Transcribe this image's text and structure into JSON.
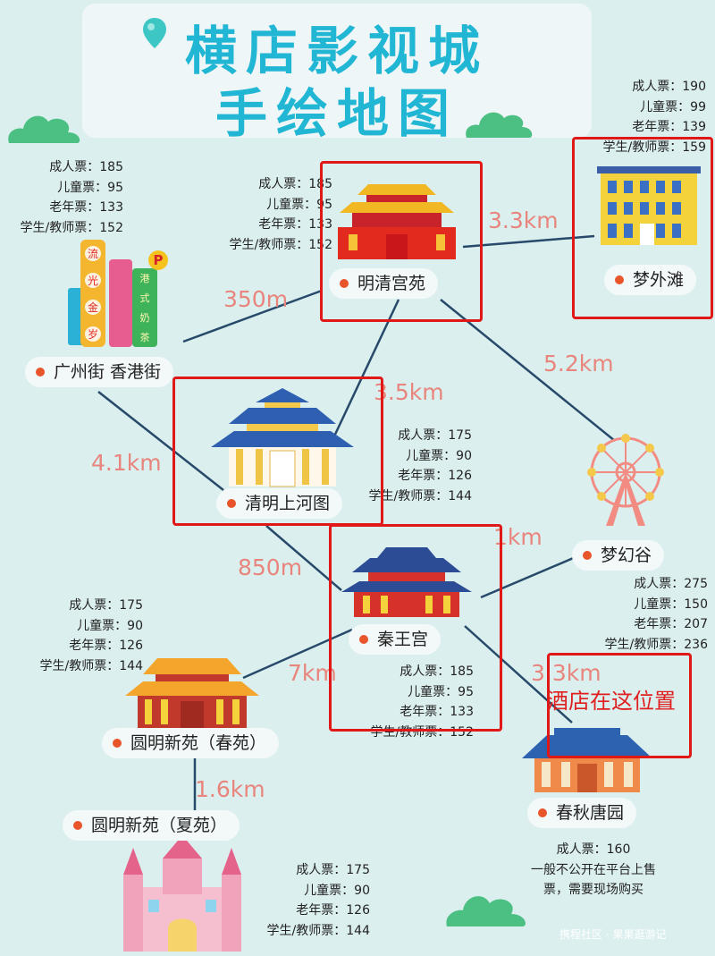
{
  "title": {
    "line1": "横店影视城",
    "line2": "手绘地图"
  },
  "colors": {
    "background": "#dcefef",
    "title": "#21b6d3",
    "route_line": "#274a6a",
    "distance": "#e8857d",
    "highlight_box": "#e01818",
    "dot": "#e8552b"
  },
  "distances": {
    "ming_to_mengwaitan": "3.3km",
    "guangzhou_to_ming": "350m",
    "ming_to_qingming": "3.5km",
    "ming_to_menghuan": "5.2km",
    "guangzhou_to_qingming": "4.1km",
    "qingming_to_qinwang": "850m",
    "qinwang_to_menghuan": "1km",
    "qinwang_to_yuanming": "7km",
    "qinwang_to_chunqiu": "3.3km",
    "chunyuan_to_xiayuan": "1.6km"
  },
  "locations": {
    "mingqing": {
      "name": "明清宫苑",
      "prices": [
        "成人票：185",
        "儿童票：95",
        "老年票：133",
        "学生/教师票：152"
      ]
    },
    "mengwaitan": {
      "name": "梦外滩",
      "prices": [
        "成人票：190",
        "儿童票：99",
        "老年票：139",
        "学生/教师票：159"
      ]
    },
    "guangzhou": {
      "name": "广州街  香港街",
      "prices": [
        "成人票：185",
        "儿童票：95",
        "老年票：133",
        "学生/教师票：152"
      ]
    },
    "qingming": {
      "name": "清明上河图",
      "prices": [
        "成人票：175",
        "儿童票：90",
        "老年票：126",
        "学生/教师票：144"
      ]
    },
    "menghuan": {
      "name": "梦幻谷",
      "prices": [
        "成人票：275",
        "儿童票：150",
        "老年票：207",
        "学生/教师票：236"
      ]
    },
    "qinwang": {
      "name": "秦王宫",
      "prices": [
        "成人票：185",
        "儿童票：95",
        "老年票：133",
        "学生/教师票：152"
      ]
    },
    "chunyuan": {
      "name": "圆明新苑（春苑）",
      "prices": [
        "成人票：175",
        "儿童票：90",
        "老年票：126",
        "学生/教师票：144"
      ]
    },
    "xiayuan": {
      "name": "圆明新苑（夏苑）",
      "prices": [
        "成人票：175",
        "儿童票：90",
        "老年票：126",
        "学生/教师票：144"
      ]
    },
    "chunqiu": {
      "name": "春秋唐园",
      "prices": [
        "成人票：160",
        "一般不公开在平台上售",
        "票，需要现场购买"
      ]
    }
  },
  "guangzhou_sign": {
    "sign1": [
      "流",
      "光",
      "金",
      "岁"
    ],
    "sign2": [
      "港",
      "式",
      "奶",
      "茶"
    ],
    "parking": "P"
  },
  "annotation": {
    "hotel_note": "酒店在这位置"
  },
  "watermark": "携程社区 · 果果逛游记"
}
